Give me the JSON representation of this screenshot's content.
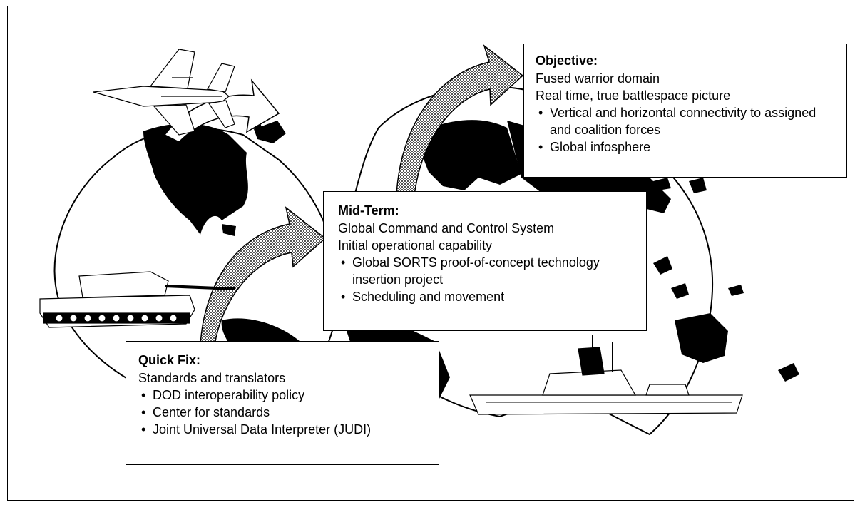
{
  "objective": {
    "heading": "Objective:",
    "lines": [
      "Fused warrior domain",
      "Real time, true battlespace picture"
    ],
    "bullets": [
      "Vertical and horizontal connectivity to assigned and coalition forces",
      "Global infosphere"
    ]
  },
  "midterm": {
    "heading": "Mid-Term:",
    "lines": [
      "Global Command and Control System",
      "Initial operational capability"
    ],
    "bullets": [
      "Global SORTS proof-of-concept technology insertion project",
      "Scheduling and movement"
    ]
  },
  "quickfix": {
    "heading": "Quick Fix:",
    "lines": [
      "Standards and translators"
    ],
    "bullets": [
      "DOD interoperability policy",
      "Center for standards",
      "Joint Universal Data Interpreter (JUDI)"
    ]
  },
  "illustrations": [
    "globe-americas",
    "globe-eurasia",
    "fighter-jet",
    "tank",
    "warship",
    "progress-arrow"
  ]
}
